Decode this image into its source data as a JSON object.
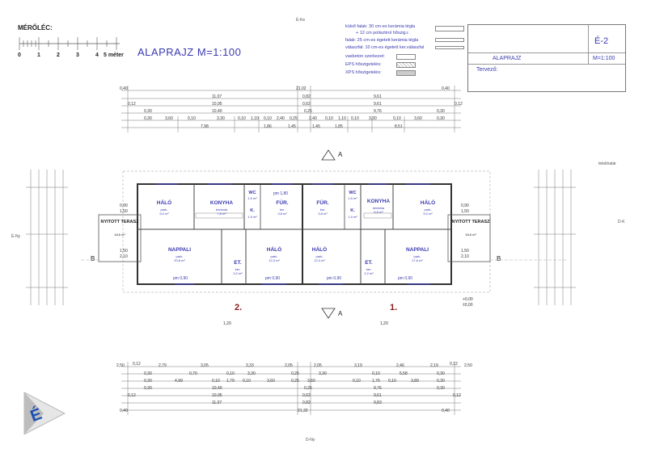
{
  "ruler": {
    "label": "MÉRŐLÉC:",
    "scale": [
      "0",
      "1",
      "2",
      "3",
      "4",
      "5 méter"
    ]
  },
  "title": "ALAPRAJZ   M=1:100",
  "compass": {
    "top": "É-Ke",
    "bottom": "D-Ny",
    "left": "É-Ny",
    "right": "D-K",
    "corner": "telekhatár"
  },
  "legend": [
    {
      "label": "külső falak: 30 cm-es kerámia tégla"
    },
    {
      "label": "+ 12 cm polisztirol hőszig.r."
    },
    {
      "label": "falak: 25 cm-es égetett kerámia tégla"
    },
    {
      "label": "válaszfal: 10 cm-es égetett ker.válaszfal"
    },
    {
      "label": "vasbeton szerkezet:"
    },
    {
      "label": "EPS hőszigetelés:"
    },
    {
      "label": "XPS hőszigetelés:"
    }
  ],
  "title_block": {
    "sheet": "É-2",
    "name": "ALAPRAJZ",
    "scale": "M=1:100",
    "designer_label": "Tervező:"
  },
  "top_dims": {
    "row1": [
      "0,40",
      "21,02",
      "0,40"
    ],
    "row2": [
      "11,07",
      "0,82",
      "9,61"
    ],
    "row3": [
      "0,12",
      "10,95",
      "0,62",
      "9,61",
      "0,12"
    ],
    "row4": [
      "0,30",
      "10,40",
      "0,25",
      "9,76",
      "0,30"
    ],
    "row5": [
      "0,30",
      "3,60",
      "0,10",
      "3,30",
      "0,10",
      "1,10",
      "0,10",
      "2,40",
      "0,25",
      "2,40",
      "0,10",
      "1,10",
      "0,10",
      "3,30",
      "0,10",
      "3,60",
      "0,30"
    ],
    "row6": [
      "7,98",
      "1,86",
      "1,45",
      "1,45",
      "1,85",
      "8,51"
    ]
  },
  "bottom_dims": {
    "row1": [
      "2,50",
      "0,12",
      "2,79",
      "3,05",
      "3,33",
      "2,05",
      "2,05",
      "3,19",
      "2,46",
      "2,19",
      "0,12",
      "2,50"
    ],
    "row2": [
      "0,30",
      "0,70",
      "0,10",
      "3,30",
      "0,25",
      "3,30",
      "0,10",
      "5,58",
      "0,30"
    ],
    "row3": [
      "0,30",
      "4,99",
      "0,10",
      "1,79",
      "0,10",
      "3,60",
      "0,25",
      "3,60",
      "0,10",
      "1,76",
      "0,10",
      "3,89",
      "0,30"
    ],
    "row4": [
      "0,30",
      "10,40",
      "0,25",
      "9,76",
      "0,30"
    ],
    "row5": [
      "0,12",
      "10,95",
      "0,62",
      "9,61",
      "0,12"
    ],
    "row6": [
      "11,07",
      "0,82",
      "9,83"
    ],
    "row7": [
      "0,40",
      "21,32",
      "0,40"
    ]
  },
  "rooms": [
    {
      "name": "HÁLÓ",
      "sub": "park.",
      "area": "9,0 m²"
    },
    {
      "name": "KONYHA",
      "sub": "kerámia",
      "area": "7,8 m²"
    },
    {
      "name": "WC",
      "sub": "ker.",
      "area": "1,5 m²"
    },
    {
      "name": "K.",
      "sub": "ker.",
      "area": "1,9 m²"
    },
    {
      "name": "FÜR.",
      "sub": "ker.",
      "area": "3,8 m²"
    },
    {
      "name": "FÜR.",
      "sub": "ker.",
      "area": "3,8 m²"
    },
    {
      "name": "K.",
      "sub": "ker.",
      "area": "1,9 m²"
    },
    {
      "name": "WC",
      "sub": "ker.",
      "area": "1,5 m²"
    },
    {
      "name": "KONYHA",
      "sub": "kerámia",
      "area": "6,8 m²"
    },
    {
      "name": "HÁLÓ",
      "sub": "park.",
      "area": "9,0 m²"
    },
    {
      "name": "NYITOTT TERASZ",
      "sub": "",
      "area": "18,6 m²"
    },
    {
      "name": "NAPPALI",
      "sub": "park.",
      "area": "20,8 m²"
    },
    {
      "name": "ET.",
      "sub": "ker.",
      "area": "3,2 m²"
    },
    {
      "name": "HÁLÓ",
      "sub": "park.",
      "area": "12,3 m²"
    },
    {
      "name": "HÁLÓ",
      "sub": "park.",
      "area": "12,3 m²"
    },
    {
      "name": "ET.",
      "sub": "ker.",
      "area": "2,2 m²"
    },
    {
      "name": "NAPPALI",
      "sub": "park.",
      "area": "17,6 m²"
    },
    {
      "name": "NYITOTT TERASZ",
      "sub": "",
      "area": "18,6 m²"
    }
  ],
  "sections": {
    "a": "A",
    "b": "B"
  },
  "units": [
    "2.",
    "1."
  ],
  "misc": {
    "pm_left": "pm 0,90",
    "pm_right": "pm 0,90",
    "pm_mid": "pm 1,80",
    "level": "+0,00",
    "level2": "±0,00",
    "dims_side": [
      "1,50",
      "2,10",
      "0,90",
      "1,50"
    ],
    "door": "1,20"
  }
}
